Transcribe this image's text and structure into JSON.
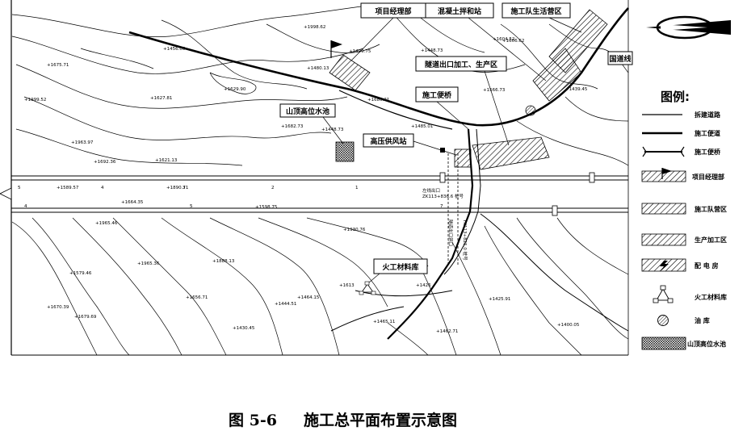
{
  "caption": {
    "number": "图 5-6",
    "title": "施工总平面布置示意图"
  },
  "labels": {
    "project_dept": "项目经理部",
    "mix_station": "混凝土拌和站",
    "team_camp": "施工队生活营区",
    "tunnel_area": "隧道出口加工、生产区",
    "temp_bridge": "施工便桥",
    "reservoir": "山顶高位水池",
    "hv_fan": "高压供风站",
    "explosive": "火工材料库",
    "road_name": "国道线",
    "portal_1": "左线出口",
    "portal_2": "ZK113+836.6 桩号",
    "vertical_1": "隧道出口洞口",
    "vertical_2": "YK113+825.0 桩号"
  },
  "legend": {
    "title": "图例:",
    "items": [
      {
        "label": "拆建道路",
        "symbol": "thin-line"
      },
      {
        "label": "施工便道",
        "symbol": "thick-line"
      },
      {
        "label": "施工便桥",
        "symbol": "bridge"
      },
      {
        "label": "项目经理部",
        "symbol": "hatch-flag"
      },
      {
        "label": "施工队营区",
        "symbol": "hatch"
      },
      {
        "label": "生产加工区",
        "symbol": "hatch"
      },
      {
        "label": "配 电 房",
        "symbol": "hatch-bolt"
      },
      {
        "label": "火工材料库",
        "symbol": "triangle-nodes"
      },
      {
        "label": "油    库",
        "symbol": "circle-hatch"
      },
      {
        "label": "山顶高位水池",
        "symbol": "dense-hatch"
      }
    ]
  },
  "elevations": [
    "+1998.62",
    "+1456.05",
    "+1499.75",
    "+1675.71",
    "+1629.90",
    "+1604.52",
    "+1627.81",
    "+1682.73",
    "+1448.73",
    "+1566.73",
    "+1999.52",
    "+1686.21",
    "+1963.97",
    "+1692.36",
    "+1621.13",
    "+1485.01",
    "+1589.57",
    "+1664.35",
    "+1598.75",
    "+1965.46",
    "+1890.71",
    "+1965.36",
    "+1930.76",
    "+1888.13",
    "+1579.46",
    "+1679.69",
    "+1670.39",
    "+1656.71",
    "+1613",
    "+1426",
    "+1444.51",
    "+1464.15",
    "+1430.45",
    "+1465.11",
    "+1462.71",
    "+1400.05",
    "+1425.91",
    "+1480.13",
    "+1606.62",
    "+1439.45",
    "+1448.73"
  ],
  "stations": [
    "5",
    "4",
    "3",
    "2",
    "1",
    "4",
    "5",
    "7"
  ]
}
